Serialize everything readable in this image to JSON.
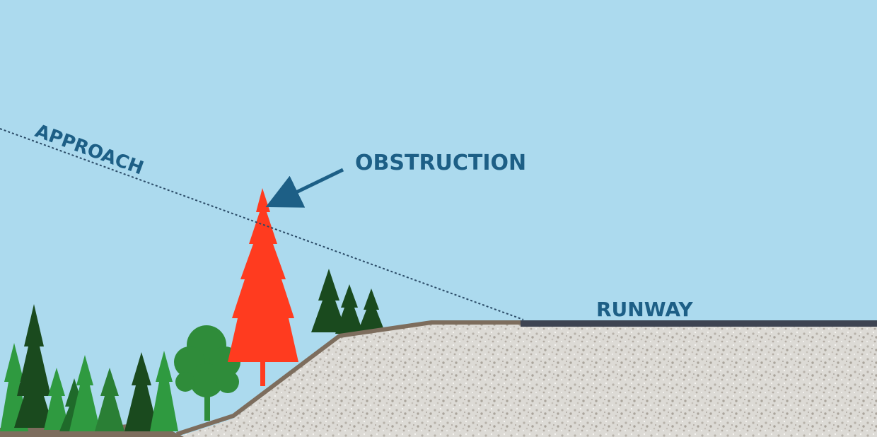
{
  "labels": {
    "approach": "APPROACH",
    "obstruction": "OBSTRUCTION",
    "runway": "RUNWAY"
  },
  "colors": {
    "sky": "#acdaee",
    "label": "#1d5f86",
    "obstruction_tree": "#ff3b1f",
    "ground": "#dcdad5",
    "ground_edge": "#7d6d5d",
    "runway_surface": "#3e4452",
    "dark_conifer": "#1a4a1e",
    "medium_conifer": "#2a7f35",
    "light_conifer": "#2f9a40",
    "deciduous_tree": "#2f8c3a"
  },
  "icons": {
    "obstruction_arrow": "arrow-down-left-icon"
  }
}
